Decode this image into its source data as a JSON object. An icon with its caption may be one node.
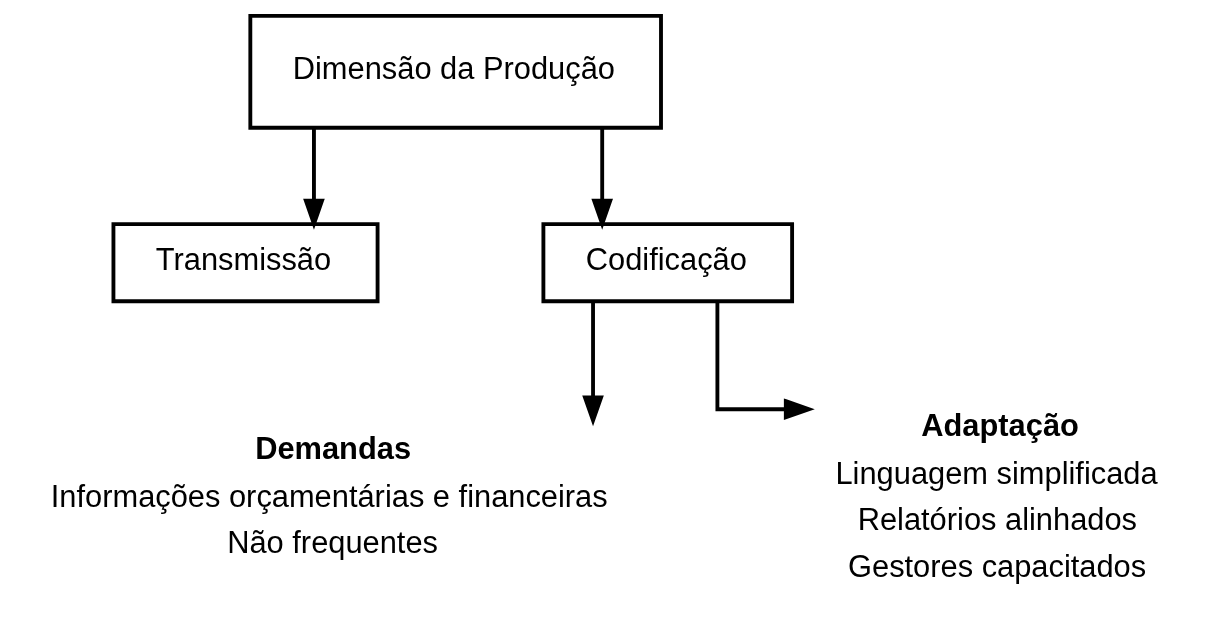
{
  "diagram": {
    "nodes": [
      {
        "text": [
          "Dimensão da Produção"
        ]
      },
      {
        "text": [
          "Transmissão"
        ]
      },
      {
        "text": [
          "Codificação"
        ]
      },
      {
        "text": [
          "Demandas",
          "Informações orçamentárias e financeiras",
          "Não frequentes"
        ]
      },
      {
        "text": [
          "Adaptação",
          "Linguagem simplificada",
          "Relatórios alinhados",
          "Gestores capacitados"
        ]
      }
    ],
    "edges": [
      {
        "from": 0,
        "to": 2,
        "arrow": "to"
      },
      {
        "from": 0,
        "to": 1,
        "arrow": "to"
      },
      {
        "from": 2,
        "to": 3,
        "arrow": "to"
      },
      {
        "from": 2,
        "to": 4,
        "arrow": "to"
      }
    ]
  }
}
